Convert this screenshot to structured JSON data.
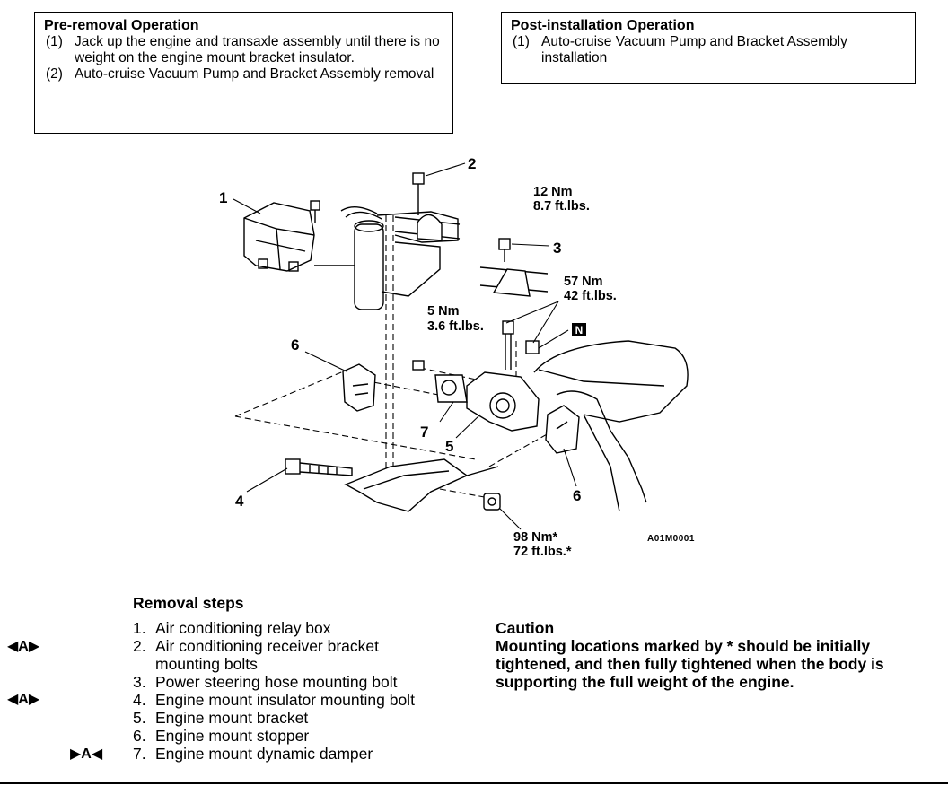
{
  "pre_removal": {
    "title": "Pre-removal Operation",
    "items": [
      {
        "num": "(1)",
        "text": "Jack up the engine and transaxle assembly until there is no weight on the engine mount bracket insulator."
      },
      {
        "num": "(2)",
        "text": "Auto-cruise Vacuum Pump and Bracket Assembly removal"
      }
    ]
  },
  "post_installation": {
    "title": "Post-installation Operation",
    "items": [
      {
        "num": "(1)",
        "text": "Auto-cruise Vacuum Pump and Bracket Assembly installation"
      }
    ]
  },
  "diagram": {
    "callouts": {
      "c1": "1",
      "c2": "2",
      "c3": "3",
      "c4": "4",
      "c5": "5",
      "c6a": "6",
      "c6b": "6",
      "c7": "7"
    },
    "torques": {
      "t12_nm": "12 Nm",
      "t12_ft": "8.7 ft.lbs.",
      "t57_nm": "57 Nm",
      "t57_ft": "42 ft.lbs.",
      "t5_nm": "5 Nm",
      "t5_ft": "3.6 ft.lbs.",
      "t98_nm": "98 Nm*",
      "t98_ft": "72 ft.lbs.*"
    },
    "n_badge": "N",
    "figure_code": "A01M0001"
  },
  "removal_steps": {
    "title": "Removal steps",
    "items": [
      {
        "num": "1.",
        "text": "Air conditioning relay box"
      },
      {
        "num": "2.",
        "text": "Air conditioning receiver bracket mounting bolts"
      },
      {
        "num": "3.",
        "text": "Power steering hose mounting bolt"
      },
      {
        "num": "4.",
        "text": "Engine mount insulator mounting bolt"
      },
      {
        "num": "5.",
        "text": "Engine mount bracket"
      },
      {
        "num": "6.",
        "text": "Engine mount stopper"
      },
      {
        "num": "7.",
        "text": "Engine mount dynamic damper"
      }
    ],
    "marks": {
      "step2": "◀A▶",
      "step4": "◀A▶",
      "step6": "▶A◀"
    }
  },
  "caution": {
    "title": "Caution",
    "text": "Mounting locations marked by * should be initially tightened, and then fully tightened when the body is supporting the full weight of the engine."
  }
}
